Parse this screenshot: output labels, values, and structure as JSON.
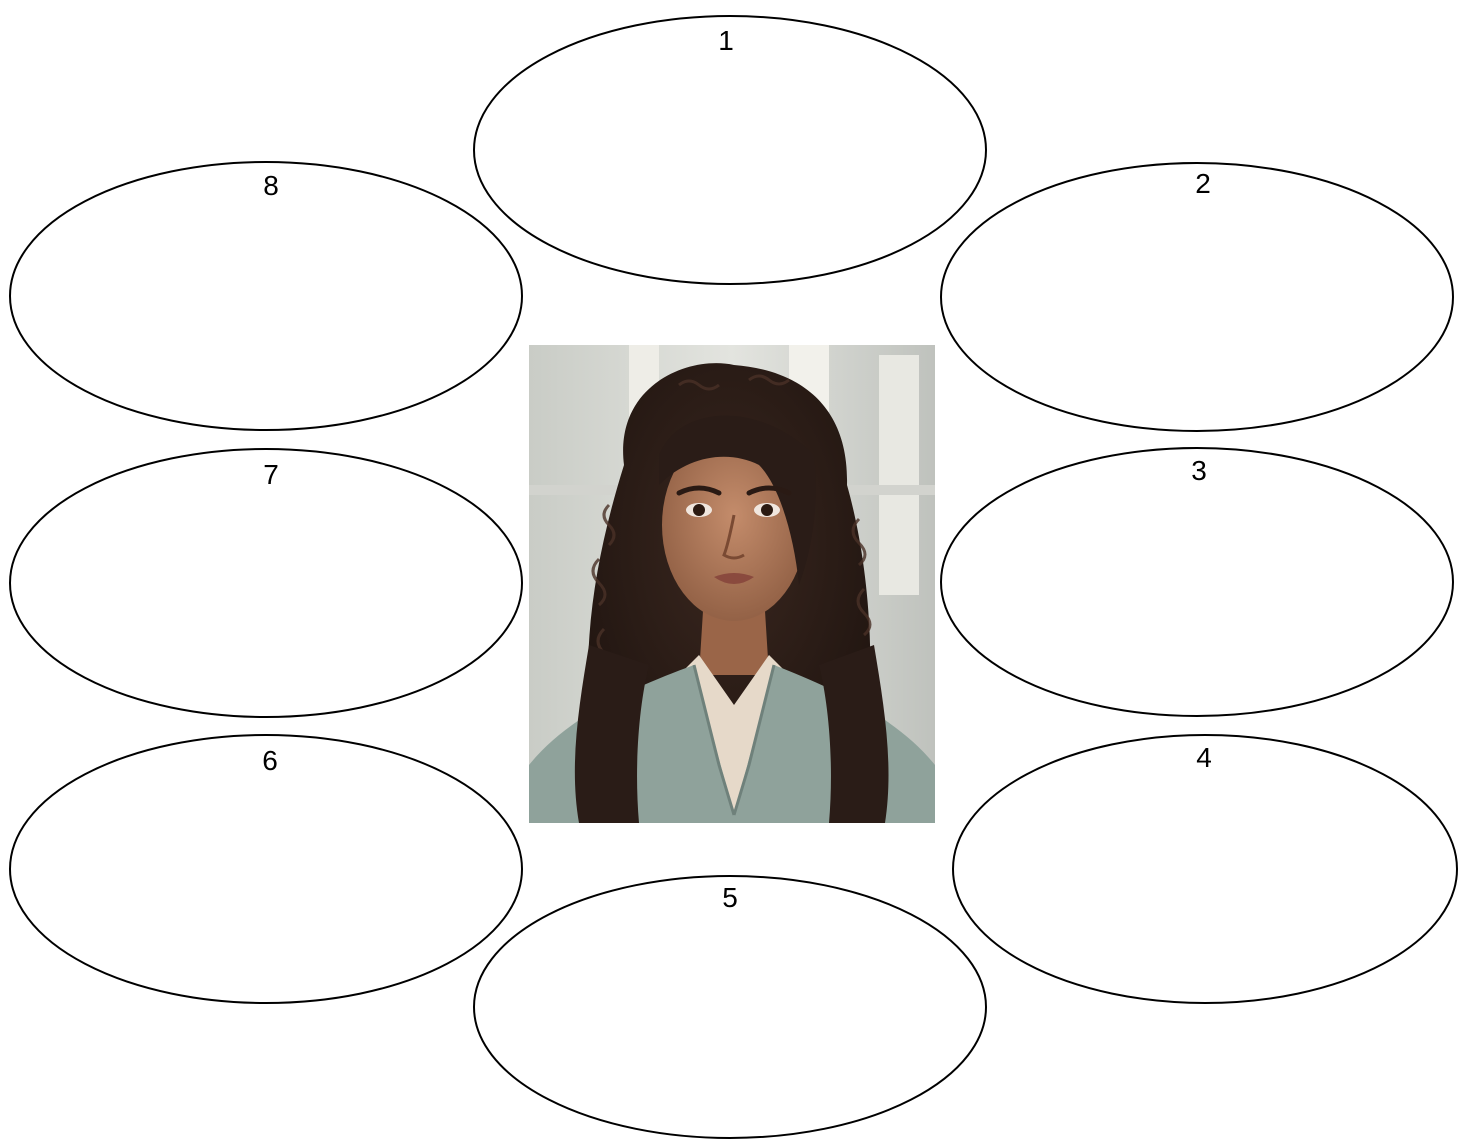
{
  "diagram": {
    "bubbles": [
      {
        "label": "1"
      },
      {
        "label": "2"
      },
      {
        "label": "3"
      },
      {
        "label": "4"
      },
      {
        "label": "5"
      },
      {
        "label": "6"
      },
      {
        "label": "7"
      },
      {
        "label": "8"
      }
    ],
    "center_image": {
      "icon": "portrait-photo",
      "colors": {
        "background": "#d9dbd6",
        "window": "#f3f2ec",
        "hair": "#2a1c17",
        "skin": "#b07a5c",
        "blazer": "#8fa29b",
        "shirt": "#e6d9c9"
      }
    },
    "stroke_color": "#000000",
    "background_color": "#ffffff"
  }
}
